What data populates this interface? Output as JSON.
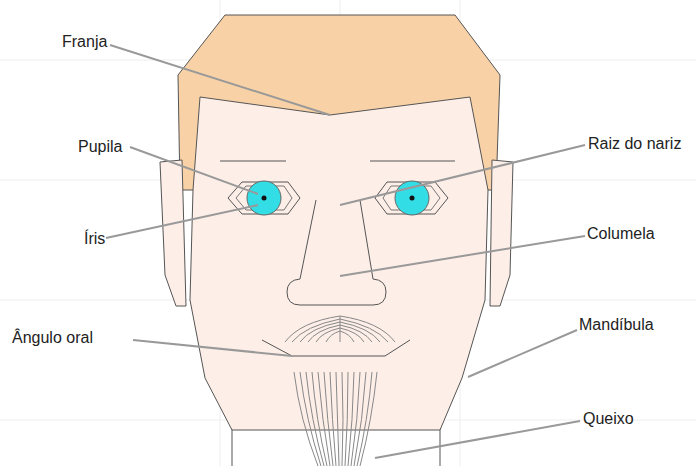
{
  "diagram": {
    "labels": [
      "Franja",
      "Pupila",
      "Íris",
      "Ângulo oral",
      "Raiz do nariz",
      "Columela",
      "Mandíbula",
      "Queixo"
    ]
  }
}
